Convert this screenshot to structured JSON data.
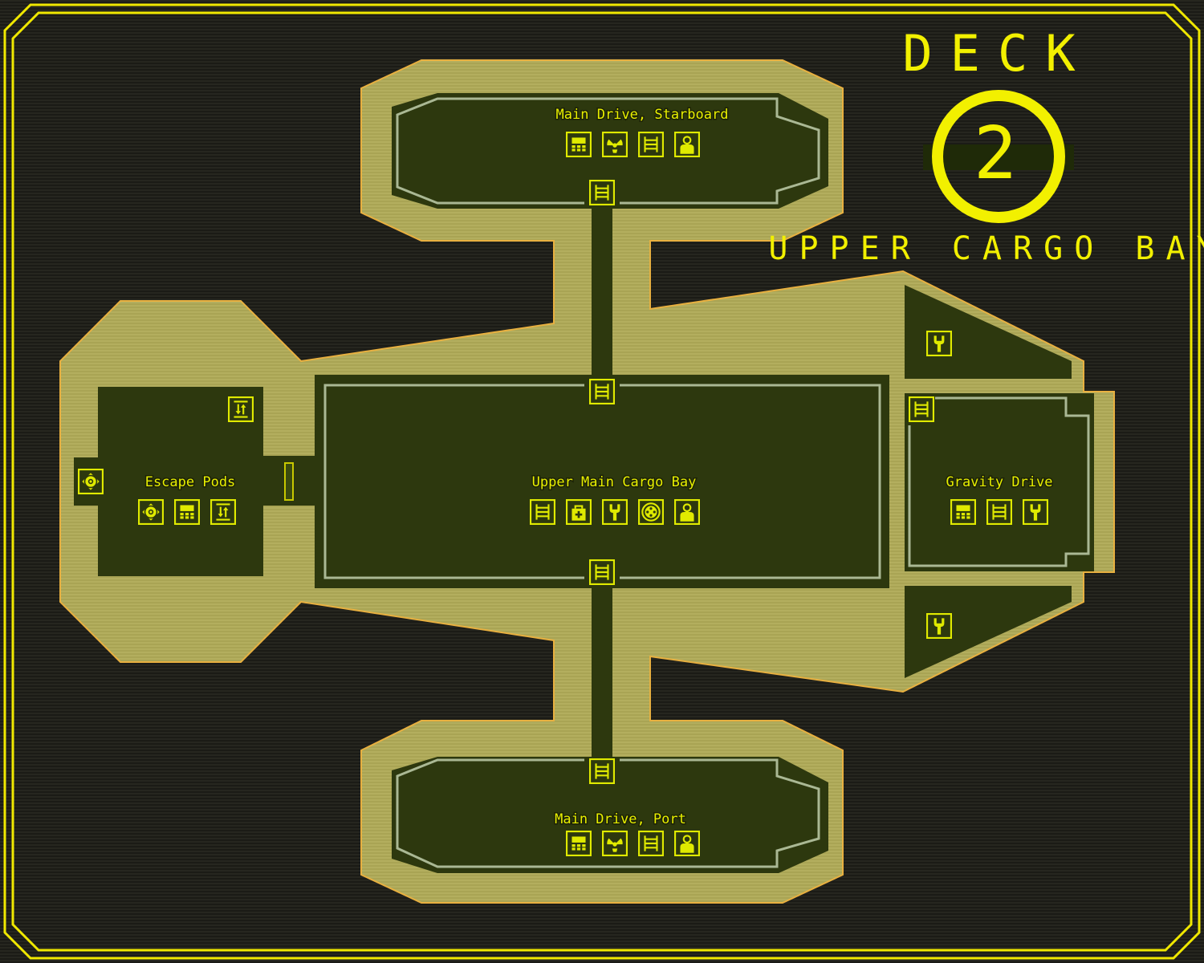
{
  "header": {
    "deck_word": "DECK",
    "deck_number": "2",
    "deck_name": "UPPER CARGO BAY"
  },
  "colors": {
    "accent": "#f2f000",
    "hull": "#a9a454",
    "room": "#2d380e",
    "outline": "#aab894",
    "bg": "#1b1b16"
  },
  "rooms": {
    "starboard": {
      "name": "Main Drive, Starboard",
      "icons": [
        "computer-icon",
        "radiation-icon",
        "ladder-icon",
        "crew-icon"
      ]
    },
    "cargo": {
      "name": "Upper Main Cargo Bay",
      "icons": [
        "ladder-icon",
        "medical-icon",
        "repair-icon",
        "hatch-icon",
        "crew-icon"
      ]
    },
    "escape": {
      "name": "Escape Pods",
      "icons": [
        "airlock-icon",
        "computer-icon",
        "elevator-icon"
      ]
    },
    "gravity": {
      "name": "Gravity Drive",
      "icons": [
        "computer-icon",
        "ladder-icon",
        "repair-icon"
      ]
    },
    "port": {
      "name": "Main Drive, Port",
      "icons": [
        "computer-icon",
        "radiation-icon",
        "ladder-icon",
        "crew-icon"
      ]
    }
  }
}
